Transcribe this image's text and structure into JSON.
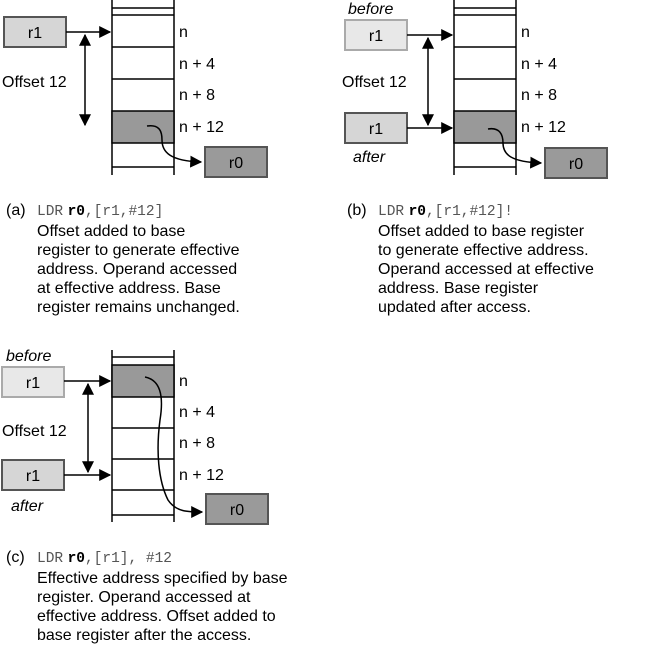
{
  "diagrams": {
    "a": {
      "register_before": "r1",
      "offset_label": "Offset 12",
      "addresses": [
        "n",
        "n + 4",
        "n + 8",
        "n + 12"
      ],
      "destination": "r0",
      "caption": {
        "tag": "(a)",
        "code_op": "LDR",
        "code_dst": "r0",
        "code_rest": ",[r1,#12]",
        "lines": [
          "Offset added to base",
          "register to generate effective",
          "address. Operand accessed",
          "at effective address. Base",
          "register remains unchanged."
        ]
      }
    },
    "b": {
      "before_label": "before",
      "after_label": "after",
      "register_before": "r1",
      "register_after": "r1",
      "offset_label": "Offset 12",
      "addresses": [
        "n",
        "n + 4",
        "n + 8",
        "n + 12"
      ],
      "destination": "r0",
      "caption": {
        "tag": "(b)",
        "code_op": "LDR",
        "code_dst": "r0",
        "code_rest": ",[r1,#12]!",
        "lines": [
          "Offset added to base register",
          "to generate effective address.",
          "Operand accessed at effective",
          "address. Base register",
          "updated after access."
        ]
      }
    },
    "c": {
      "before_label": "before",
      "after_label": "after",
      "register_before": "r1",
      "register_after": "r1",
      "offset_label": "Offset 12",
      "addresses": [
        "n",
        "n + 4",
        "n + 8",
        "n + 12"
      ],
      "destination": "r0",
      "caption": {
        "tag": "(c)",
        "code_op": "LDR",
        "code_dst": "r0",
        "code_rest": ",[r1], #12",
        "lines": [
          "Effective address specified by base",
          "register. Operand accessed at",
          "effective address. Offset added to",
          "base register after the access."
        ]
      }
    }
  },
  "colors": {
    "register_fill": "#d6d6d6",
    "register_before_light": "#e8e8e8",
    "highlight_cell": "#999999",
    "destination_fill": "#9a9a9a",
    "line": "#000000"
  }
}
